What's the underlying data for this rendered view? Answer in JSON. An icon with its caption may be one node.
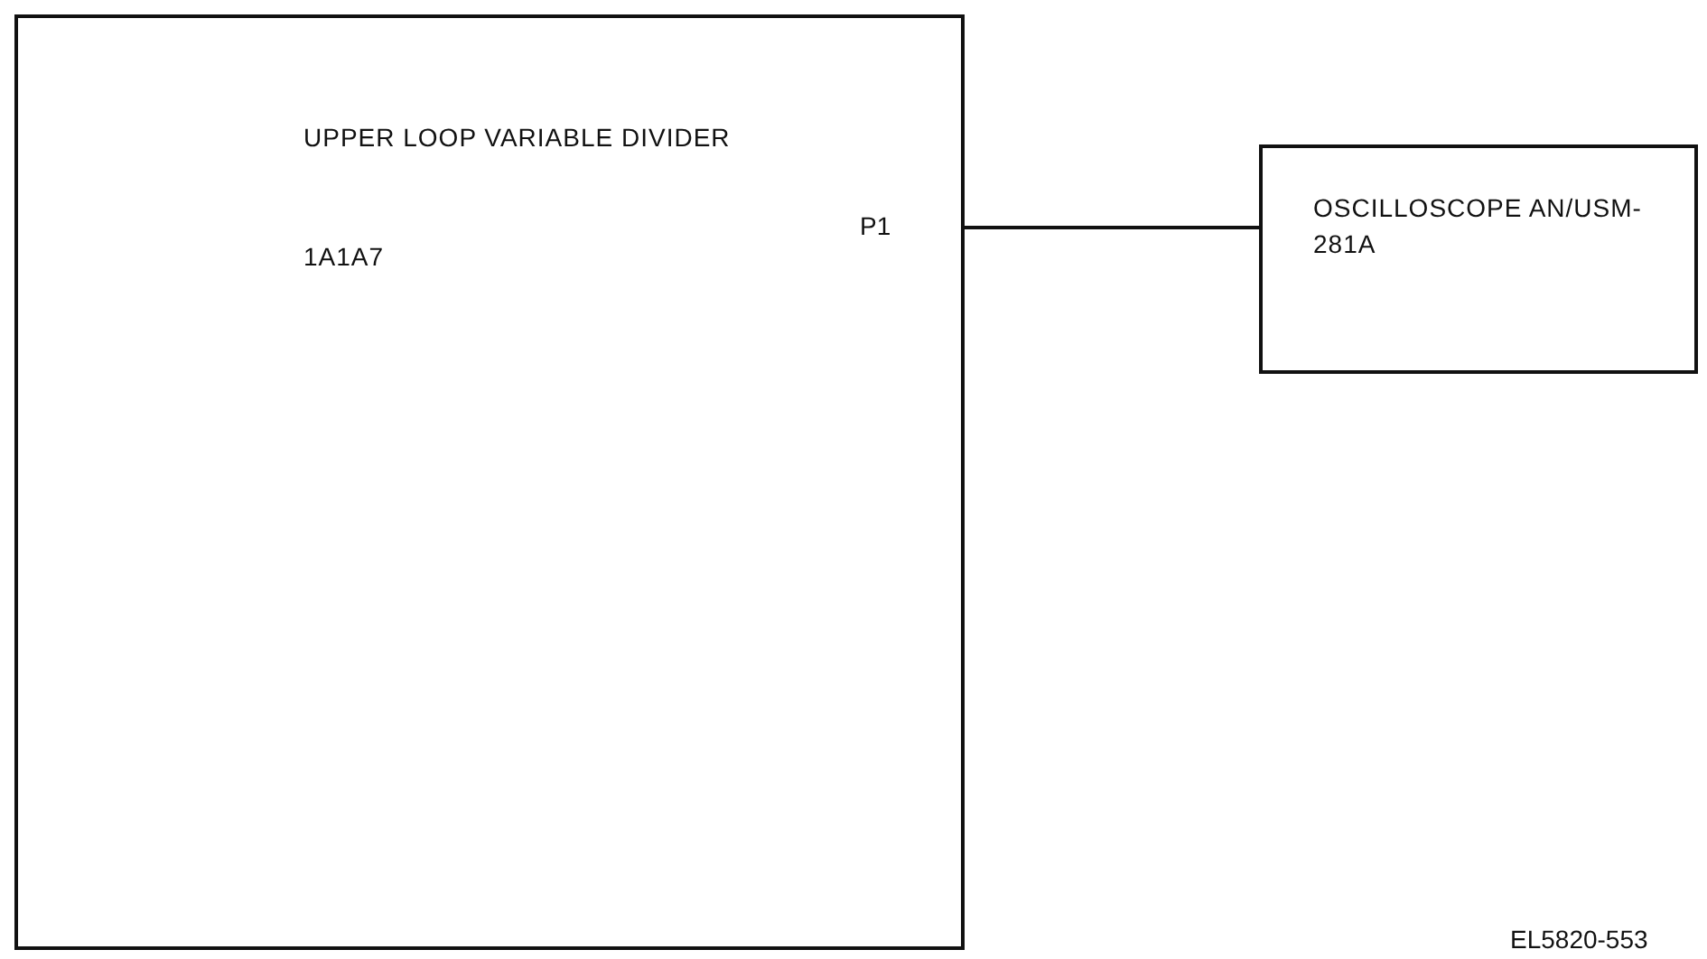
{
  "diagram": {
    "nodes": [
      {
        "text": [
          "UPPER LOOP VARIABLE DIVIDER",
          "1A1A7"
        ]
      },
      {
        "text": [
          "OSCILLOSCOPE AN/USM-281A"
        ]
      }
    ],
    "edges": [
      {
        "from": 0,
        "to": 1,
        "arrow": "none"
      }
    ],
    "labels": [
      "P1",
      "EL5820-553"
    ]
  }
}
